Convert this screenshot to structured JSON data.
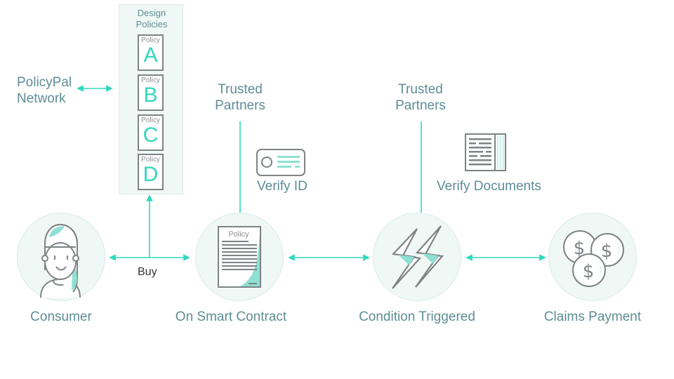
{
  "colors": {
    "accent": "#2fd8bd",
    "label": "#5e8d93",
    "stroke": "#7f8385",
    "circle_fill": "#f0f8f6"
  },
  "network": {
    "label_line1": "PolicyPal",
    "label_line2": "Network"
  },
  "design_panel": {
    "title_line1": "Design",
    "title_line2": "Policies",
    "policies": [
      {
        "small": "Policy",
        "letter": "A"
      },
      {
        "small": "Policy",
        "letter": "B"
      },
      {
        "small": "Policy",
        "letter": "C"
      },
      {
        "small": "Policy",
        "letter": "D"
      }
    ]
  },
  "buy_label": "Buy",
  "trusted_partners": [
    {
      "line1": "Trusted",
      "line2": "Partners"
    },
    {
      "line1": "Trusted",
      "line2": "Partners"
    }
  ],
  "verify_id": {
    "label": "Verify ID",
    "icon": "id-card-icon"
  },
  "verify_documents": {
    "label": "Verify Documents",
    "icon": "document-icon"
  },
  "contract_doc_label": "Policy",
  "nodes": [
    {
      "label": "Consumer",
      "icon": "person-icon"
    },
    {
      "label": "On Smart Contract",
      "icon": "policy-document-icon"
    },
    {
      "label": "Condition Triggered",
      "icon": "lightning-icon"
    },
    {
      "label": "Claims Payment",
      "icon": "coins-icon"
    }
  ]
}
